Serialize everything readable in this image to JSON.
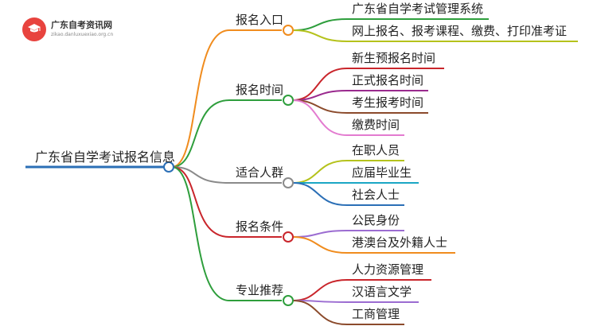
{
  "logo": {
    "title": "广东自考资讯网",
    "subtitle": "zikao.danluxuexiao.org.cn",
    "icon": "graduation-cap-icon",
    "color": "#e8433e"
  },
  "mindmap": {
    "root": {
      "label": "广东省自学考试报名信息",
      "color": "#2b6fb6"
    },
    "branches": [
      {
        "label": "报名入口",
        "color": "#f08c1e",
        "leaves": [
          {
            "label": "广东省自学考试管理系统",
            "color": "#2e9e3c"
          },
          {
            "label": "网上报名、报考课程、缴费、打印准考证",
            "color": "#b5c21c"
          }
        ]
      },
      {
        "label": "报名时间",
        "color": "#2e9e3c",
        "leaves": [
          {
            "label": "新生预报名时间",
            "color": "#c9252b"
          },
          {
            "label": "正式报名时间",
            "color": "#9a2a8e"
          },
          {
            "label": "考生报考时间",
            "color": "#8b4a2b"
          },
          {
            "label": "缴费时间",
            "color": "#e37bd0"
          }
        ]
      },
      {
        "label": "适合人群",
        "color": "#8a8a8a",
        "leaves": [
          {
            "label": "在职人员",
            "color": "#b5c21c"
          },
          {
            "label": "应届毕业生",
            "color": "#1aa6c4"
          },
          {
            "label": "社会人士",
            "color": "#2b6fb6"
          }
        ]
      },
      {
        "label": "报名条件",
        "color": "#c9252b",
        "leaves": [
          {
            "label": "公民身份",
            "color": "#9b6cd1"
          },
          {
            "label": "港澳台及外籍人士",
            "color": "#f08c1e"
          }
        ]
      },
      {
        "label": "专业推荐",
        "color": "#2e9e3c",
        "leaves": [
          {
            "label": "人力资源管理",
            "color": "#c9252b"
          },
          {
            "label": "汉语言文学",
            "color": "#9b6cd1"
          },
          {
            "label": "工商管理",
            "color": "#8b4a2b"
          }
        ]
      }
    ]
  }
}
